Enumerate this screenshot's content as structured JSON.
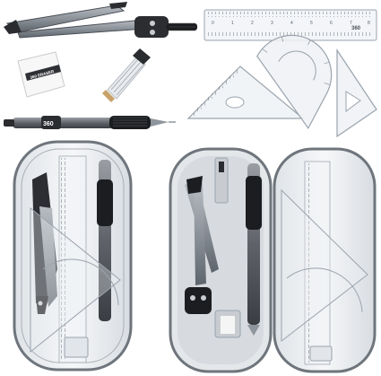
{
  "image": {
    "subject": "math geometry set",
    "palette": {
      "background": "#ffffff",
      "metal": "#8f959c",
      "dark_metal": "#3c4046",
      "black": "#1c1d20",
      "plastic_edge": "#9aa3ad",
      "plastic_fill": "#eef1f4",
      "case_frame": "#6f757c"
    }
  },
  "labels": {
    "ruler_brand": "360",
    "pen_brand": "360",
    "eraser_text": "360 ERASER"
  }
}
